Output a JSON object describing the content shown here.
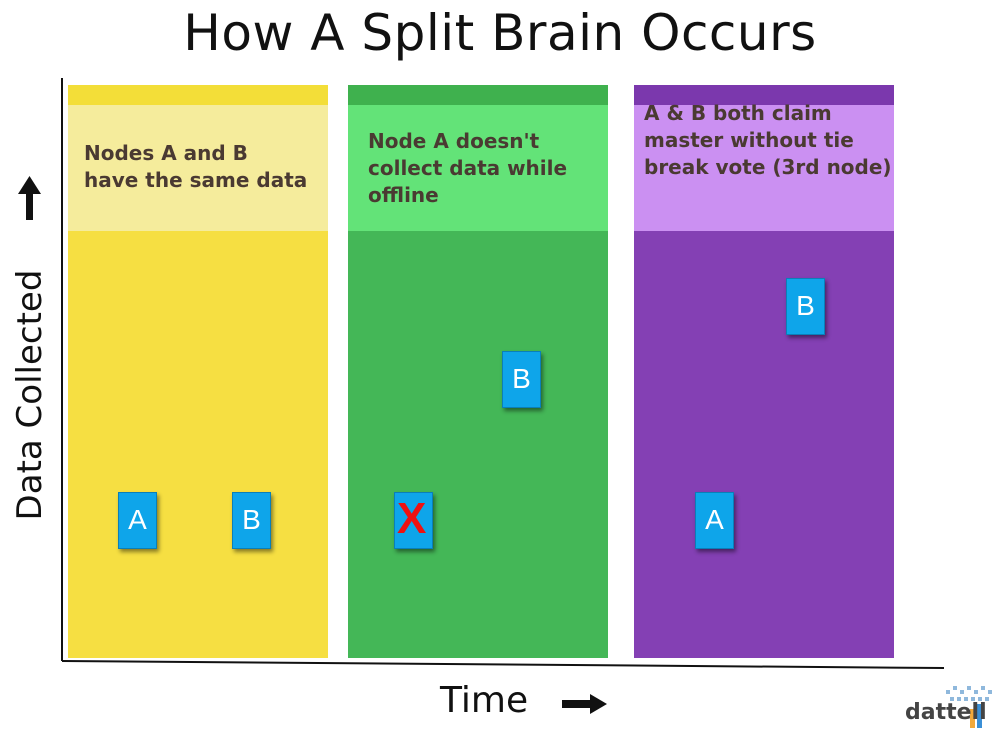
{
  "title": "How A Split Brain Occurs",
  "axes": {
    "y_label": "Data Collected",
    "x_label": "Time"
  },
  "panels": [
    {
      "header": [
        "Nodes A and B",
        "have the same data"
      ],
      "colors": {
        "band": "#f3de38",
        "header": "#f5ec9c",
        "body": "#f6df42"
      },
      "nodes": [
        "A",
        "B"
      ]
    },
    {
      "header": [
        "Node A doesn't",
        "collect data while",
        "offline"
      ],
      "colors": {
        "band": "#3fb14e",
        "header": "#63e378",
        "body": "#44b757"
      },
      "nodes": [
        "X",
        "B"
      ]
    },
    {
      "header": [
        "A & B both claim",
        "master without tie",
        "break vote (3rd node)"
      ],
      "colors": {
        "band": "#7b38ad",
        "header": "#cb90f2",
        "body": "#8440b4"
      },
      "nodes": [
        "B",
        "A"
      ]
    }
  ],
  "logo": {
    "text": "dattell"
  },
  "icons": {
    "up_arrow": "up-arrow-icon",
    "right_arrow": "right-arrow-icon",
    "offline_mark": "red-x-icon"
  }
}
